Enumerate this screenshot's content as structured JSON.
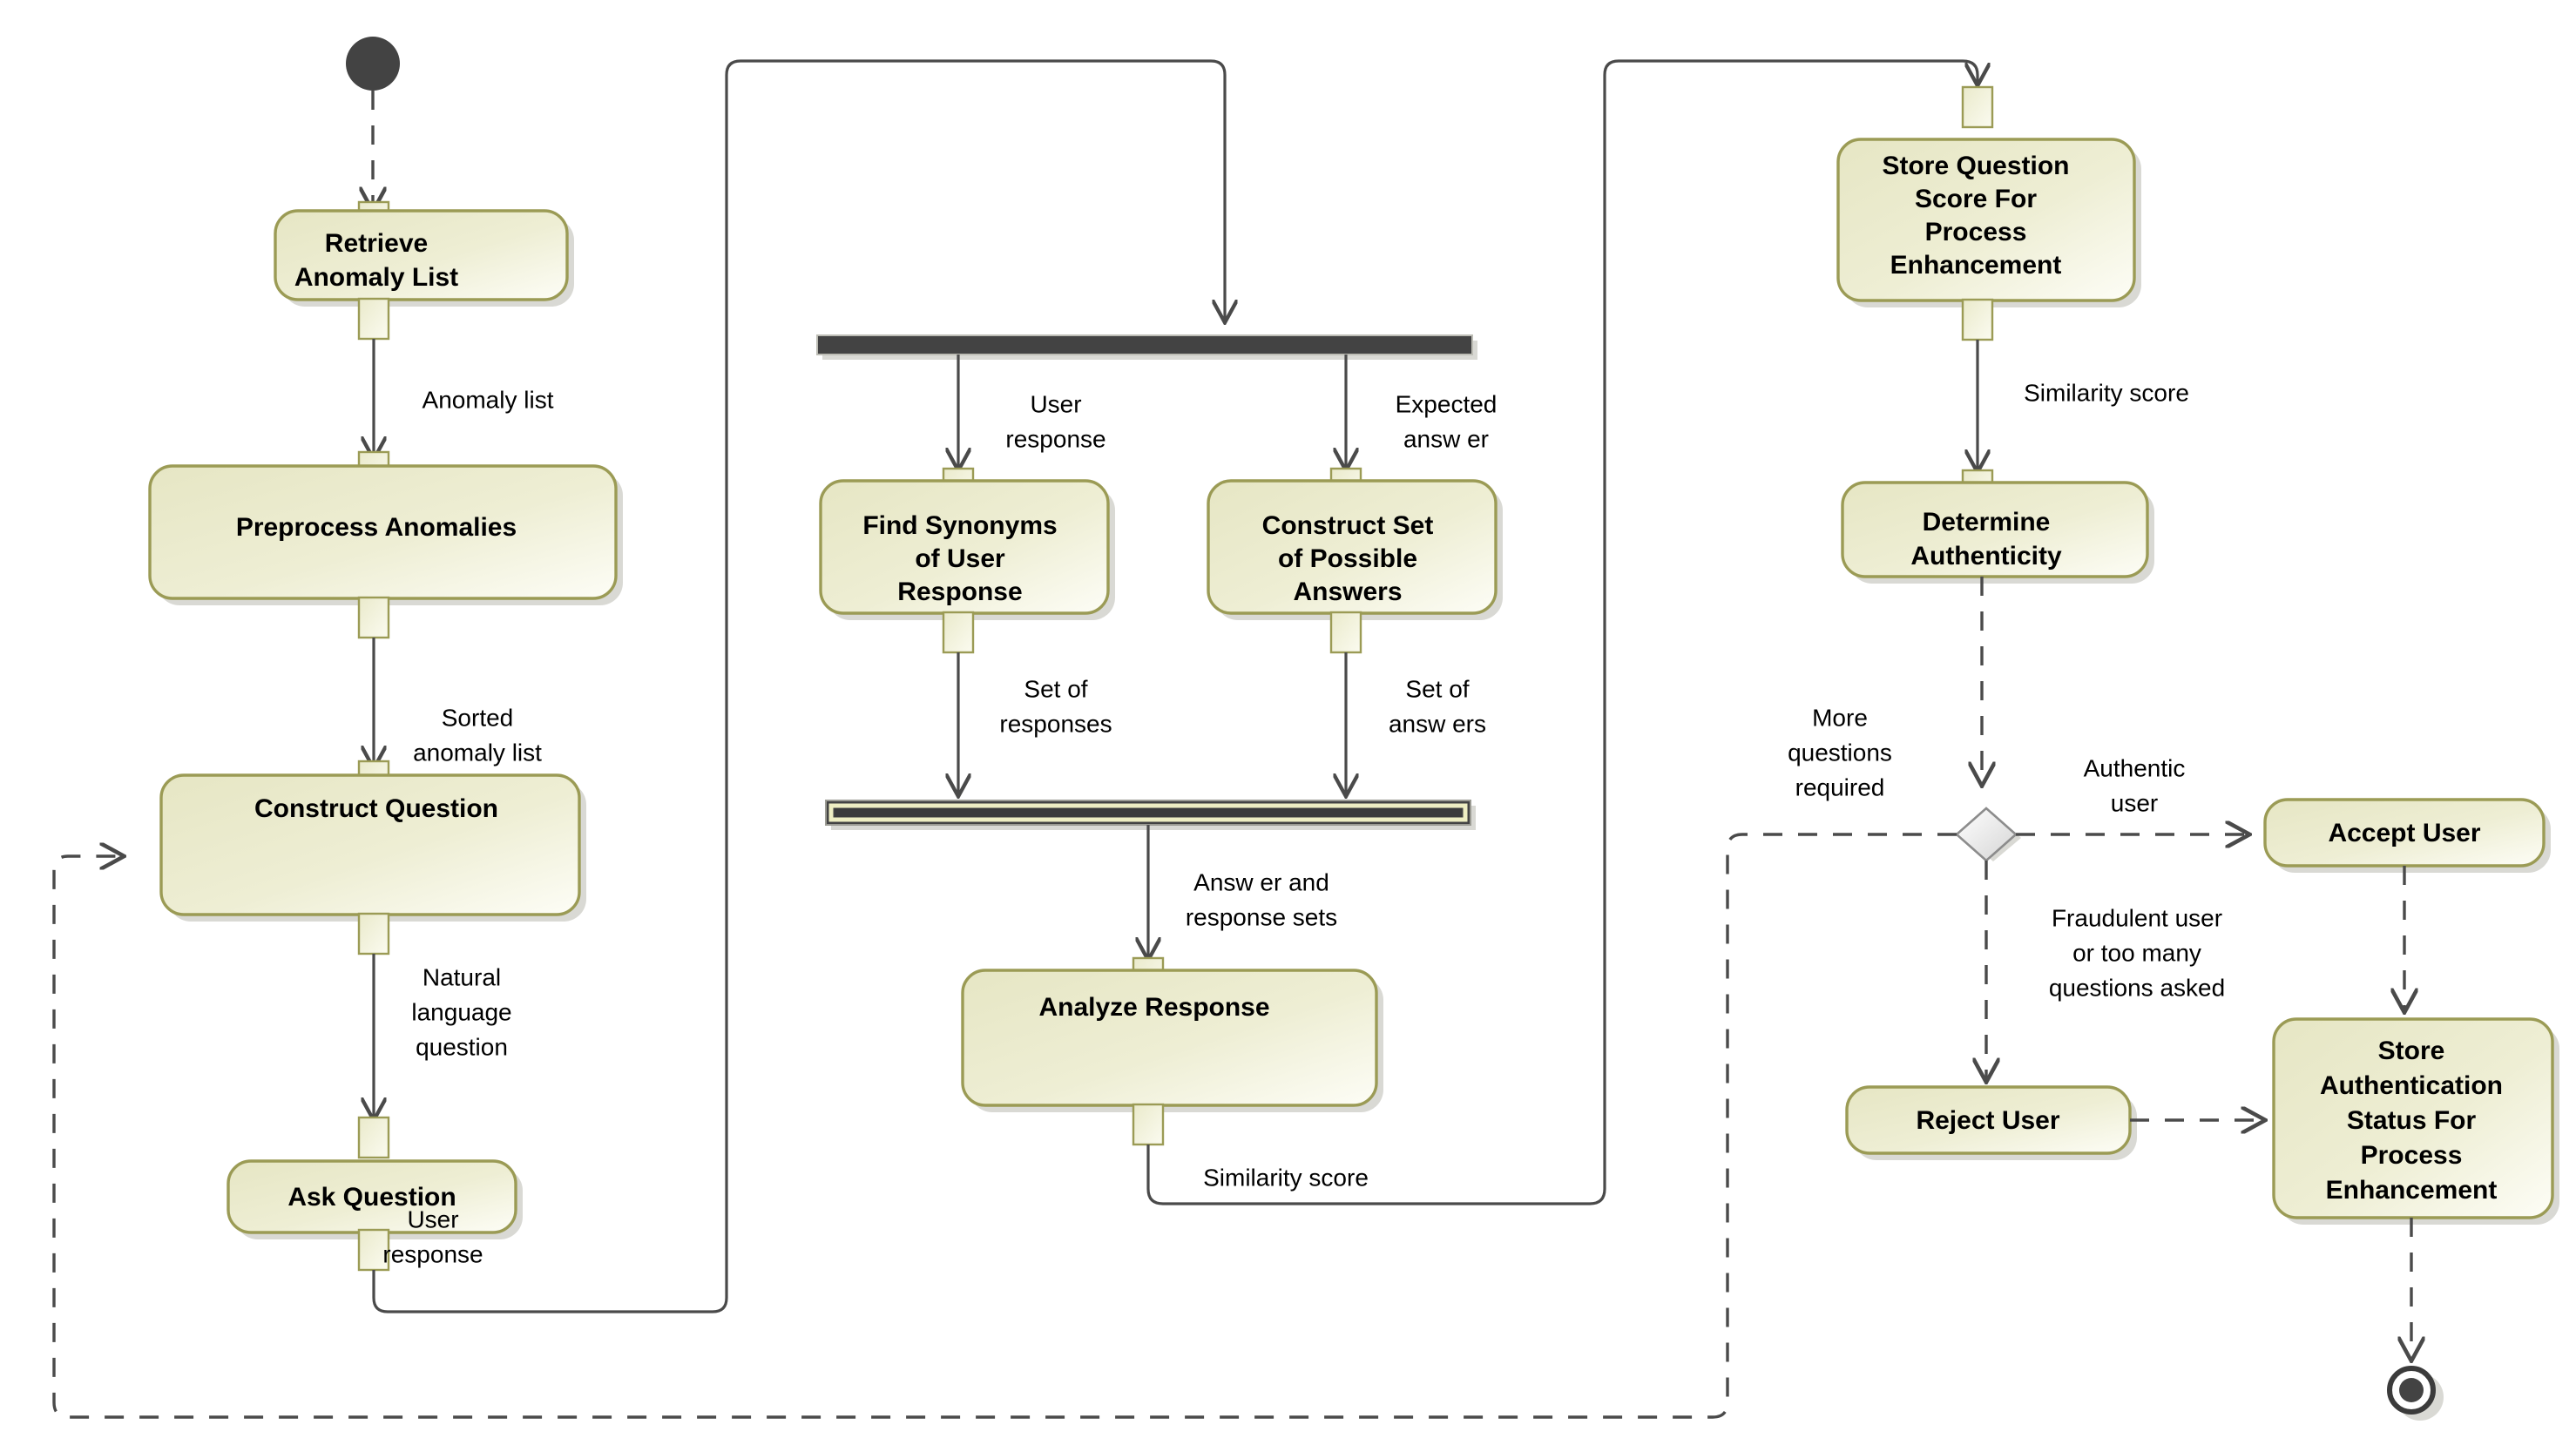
{
  "diagram": {
    "type": "uml-activity-diagram",
    "title": "User Authenticity Verification Activity Diagram",
    "colors": {
      "node_fill_top": "#e8e8c8",
      "node_fill_bottom": "#fcfcf2",
      "node_border": "#9b9b55",
      "flow_line": "#4a4a4a",
      "bar_fill": "#434343",
      "start_end": "#434343",
      "background": "#ffffff"
    },
    "nodes": [
      {
        "id": "start",
        "kind": "initial-node",
        "label": ""
      },
      {
        "id": "retrieve",
        "kind": "action",
        "label": "Retrieve\nAnomaly List",
        "line1": "Retrieve",
        "line2": "Anomaly List"
      },
      {
        "id": "preprocess",
        "kind": "action",
        "label": "Preprocess Anomalies",
        "line1": "Preprocess Anomalies"
      },
      {
        "id": "construct_q",
        "kind": "action",
        "label": "Construct Question",
        "line1": "Construct Question"
      },
      {
        "id": "ask_q",
        "kind": "action",
        "label": "Ask Question",
        "line1": "Ask Question"
      },
      {
        "id": "fork",
        "kind": "fork-bar",
        "label": ""
      },
      {
        "id": "find_synonyms",
        "kind": "action",
        "label": "Find Synonyms of User Response",
        "line1": "Find Synonyms",
        "line2": "of User",
        "line3": "Response"
      },
      {
        "id": "construct_set",
        "kind": "action",
        "label": "Construct Set of Possible Answers",
        "line1": "Construct Set",
        "line2": "of Possible",
        "line3": "Answers"
      },
      {
        "id": "join",
        "kind": "join-bar",
        "label": ""
      },
      {
        "id": "analyze",
        "kind": "action",
        "label": "Analyze Response",
        "line1": "Analyze Response"
      },
      {
        "id": "store_q_score",
        "kind": "action",
        "label": "Store Question Score For Process Enhancement",
        "line1": "Store Question",
        "line2": "Score For",
        "line3": "Process",
        "line4": "Enhancement"
      },
      {
        "id": "determine_auth",
        "kind": "action",
        "label": "Determine Authenticity",
        "line1": "Determine",
        "line2": "Authenticity"
      },
      {
        "id": "decision",
        "kind": "decision-node",
        "label": ""
      },
      {
        "id": "accept_user",
        "kind": "action",
        "label": "Accept User",
        "line1": "Accept User"
      },
      {
        "id": "reject_user",
        "kind": "action",
        "label": "Reject User",
        "line1": "Reject User"
      },
      {
        "id": "store_auth_status",
        "kind": "action",
        "label": "Store Authentication Status For Process Enhancement",
        "line1": "Store",
        "line2": "Authentication",
        "line3": "Status For",
        "line4": "Process",
        "line5": "Enhancement"
      },
      {
        "id": "end",
        "kind": "final-node",
        "label": ""
      }
    ],
    "edges": [
      {
        "from": "start",
        "to": "retrieve",
        "label": "",
        "style": "dashed"
      },
      {
        "from": "retrieve",
        "to": "preprocess",
        "label": "Anomaly list",
        "style": "solid",
        "line1": "Anomaly list"
      },
      {
        "from": "preprocess",
        "to": "construct_q",
        "label": "Sorted anomaly list",
        "style": "solid",
        "line1": "Sorted",
        "line2": "anomaly list"
      },
      {
        "from": "construct_q",
        "to": "ask_q",
        "label": "Natural language question",
        "style": "solid",
        "line1": "Natural",
        "line2": "language",
        "line3": "question"
      },
      {
        "from": "ask_q",
        "to": "fork",
        "label": "User response",
        "style": "solid",
        "line1": "User",
        "line2": "response"
      },
      {
        "from": "fork",
        "to": "find_synonyms",
        "label": "User response",
        "style": "solid",
        "line1": "User",
        "line2": "response"
      },
      {
        "from": "fork",
        "to": "construct_set",
        "label": "Expected answer",
        "style": "solid",
        "line1": "Expected",
        "line2": "answ er"
      },
      {
        "from": "find_synonyms",
        "to": "join",
        "label": "Set of responses",
        "style": "solid",
        "line1": "Set of",
        "line2": "responses"
      },
      {
        "from": "construct_set",
        "to": "join",
        "label": "Set of answers",
        "style": "solid",
        "line1": "Set of",
        "line2": "answ ers"
      },
      {
        "from": "join",
        "to": "analyze",
        "label": "Answer and response sets",
        "style": "solid",
        "line1": "Answ er and",
        "line2": "response sets"
      },
      {
        "from": "analyze",
        "to": "store_q_score",
        "label": "Similarity score",
        "style": "solid",
        "line1": "Similarity score"
      },
      {
        "from": "store_q_score",
        "to": "determine_auth",
        "label": "Similarity score",
        "style": "solid",
        "line1": "Similarity score"
      },
      {
        "from": "determine_auth",
        "to": "decision",
        "label": "",
        "style": "dashed"
      },
      {
        "from": "decision",
        "to": "accept_user",
        "label": "Authentic user",
        "style": "dashed",
        "line1": "Authentic",
        "line2": "user"
      },
      {
        "from": "decision",
        "to": "construct_q",
        "label": "More questions required",
        "style": "dashed",
        "line1": "More",
        "line2": "questions",
        "line3": "required"
      },
      {
        "from": "decision",
        "to": "reject_user",
        "label": "Fraudulent user or too many questions asked",
        "style": "dashed",
        "line1": "Fraudulent user",
        "line2": "or too many",
        "line3": "questions asked"
      },
      {
        "from": "accept_user",
        "to": "store_auth_status",
        "label": "",
        "style": "dashed"
      },
      {
        "from": "reject_user",
        "to": "store_auth_status",
        "label": "",
        "style": "dashed"
      },
      {
        "from": "store_auth_status",
        "to": "end",
        "label": "",
        "style": "dashed"
      }
    ],
    "labels": {
      "retrieve_l1": "Retrieve",
      "retrieve_l2": "Anomaly List",
      "preprocess_l1": "Preprocess Anomalies",
      "construct_q_l1": "Construct Question",
      "ask_q_l1": "Ask Question",
      "find_syn_l1": "Find Synonyms",
      "find_syn_l2": "of User",
      "find_syn_l3": "Response",
      "construct_set_l1": "Construct Set",
      "construct_set_l2": "of Possible",
      "construct_set_l3": "Answers",
      "analyze_l1": "Analyze Response",
      "store_qs_l1": "Store Question",
      "store_qs_l2": "Score For",
      "store_qs_l3": "Process",
      "store_qs_l4": "Enhancement",
      "determine_l1": "Determine",
      "determine_l2": "Authenticity",
      "accept_l1": "Accept User",
      "reject_l1": "Reject User",
      "store_as_l1": "Store",
      "store_as_l2": "Authentication",
      "store_as_l3": "Status For",
      "store_as_l4": "Process",
      "store_as_l5": "Enhancement",
      "e_anomaly_list": "Anomaly list",
      "e_sorted_1": "Sorted",
      "e_sorted_2": "anomaly list",
      "e_natural_1": "Natural",
      "e_natural_2": "language",
      "e_natural_3": "question",
      "e_userresp_1": "User",
      "e_userresp_2": "response",
      "e_userresp_fork_1": "User",
      "e_userresp_fork_2": "response",
      "e_expected_1": "Expected",
      "e_expected_2": "answ er",
      "e_setresp_1": "Set of",
      "e_setresp_2": "responses",
      "e_setans_1": "Set of",
      "e_setans_2": "answ ers",
      "e_answerresp_1": "Answ er and",
      "e_answerresp_2": "response sets",
      "e_simscore_a": "Similarity score",
      "e_simscore_b": "Similarity score",
      "e_more_1": "More",
      "e_more_2": "questions",
      "e_more_3": "required",
      "e_authentic_1": "Authentic",
      "e_authentic_2": "user",
      "e_fraud_1": "Fraudulent user",
      "e_fraud_2": "or too many",
      "e_fraud_3": "questions asked"
    }
  }
}
